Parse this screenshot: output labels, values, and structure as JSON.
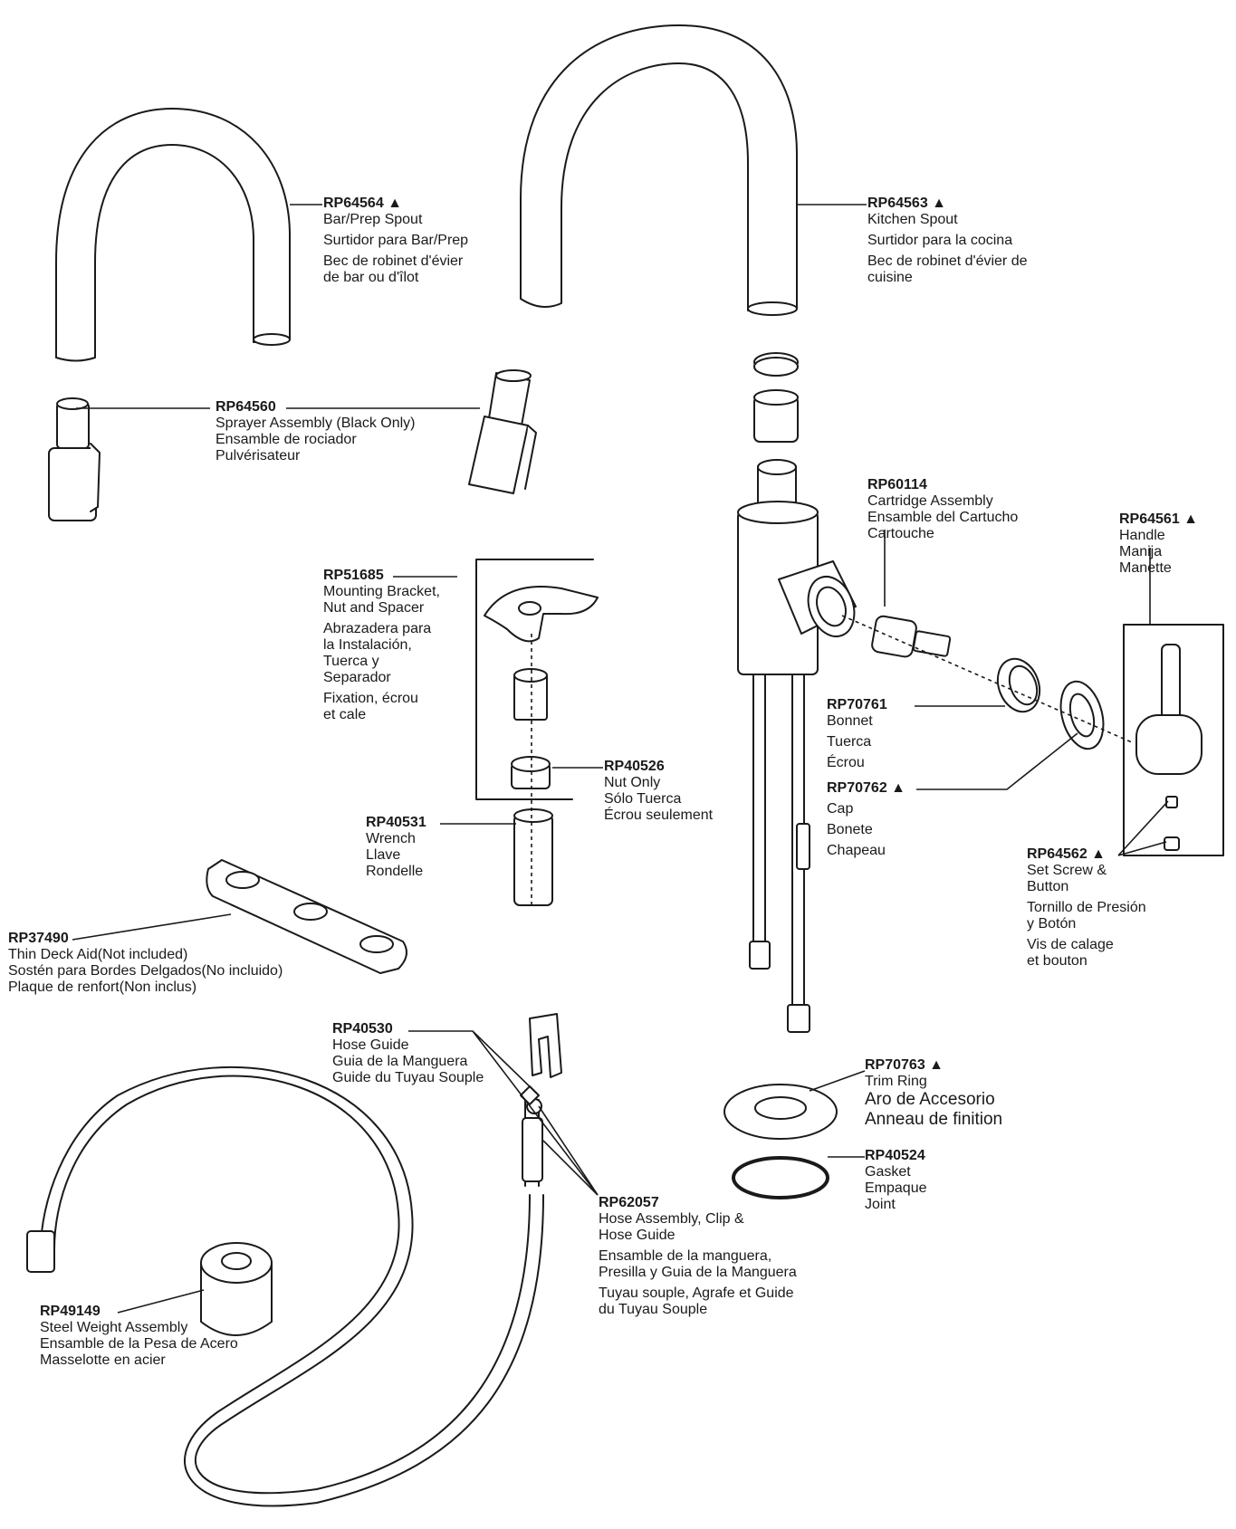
{
  "colors": {
    "ink": "#1a1a1a",
    "paper": "#ffffff"
  },
  "parts": {
    "bar_spout": {
      "number": "RP64564 ▲",
      "lines": [
        "Bar/Prep Spout",
        "Surtidor para Bar/Prep",
        "Bec de robinet d'évier",
        "de bar ou d'îlot"
      ]
    },
    "kitchen_spout": {
      "number": "RP64563 ▲",
      "lines": [
        "Kitchen Spout",
        "Surtidor para la cocina",
        "Bec de robinet d'évier de",
        "cuisine"
      ]
    },
    "sprayer": {
      "number": "RP64560",
      "lines": [
        "Sprayer Assembly (Black Only)",
        "Ensamble de rociador",
        "Pulvérisateur"
      ]
    },
    "cartridge": {
      "number": "RP60114",
      "lines": [
        "Cartridge Assembly",
        "Ensamble del Cartucho",
        "Cartouche"
      ]
    },
    "handle": {
      "number": "RP64561 ▲",
      "lines": [
        "Handle",
        "Manija",
        "Manette"
      ]
    },
    "mounting": {
      "number": "RP51685",
      "lines": [
        "Mounting Bracket,",
        "Nut and Spacer",
        "Abrazadera para",
        "la Instalación,",
        "Tuerca y",
        "Separador",
        "Fixation, écrou",
        "et cale"
      ]
    },
    "bonnet": {
      "number": "RP70761",
      "lines": [
        "Bonnet",
        "Tuerca",
        "Écrou"
      ]
    },
    "nut": {
      "number": "RP40526",
      "lines": [
        "Nut Only",
        "Sólo Tuerca",
        "Écrou seulement"
      ]
    },
    "cap": {
      "number": "RP70762 ▲",
      "lines": [
        "Cap",
        "Bonete",
        "Chapeau"
      ]
    },
    "wrench": {
      "number": "RP40531",
      "lines": [
        "Wrench",
        "Llave",
        "Rondelle"
      ]
    },
    "set_screw": {
      "number": "RP64562 ▲",
      "lines": [
        "Set Screw &",
        "Button",
        "Tornillo de Presión",
        "y Botón",
        "Vis de calage",
        "et bouton"
      ]
    },
    "deck_aid": {
      "number": "RP37490",
      "lines": [
        "Thin Deck Aid(Not included)",
        "Sostén para Bordes Delgados(No incluido)",
        "Plaque de renfort(Non inclus)"
      ]
    },
    "hose_guide": {
      "number": "RP40530",
      "lines": [
        "Hose Guide",
        "Guia de la Manguera",
        "Guide du Tuyau Souple"
      ]
    },
    "trim_ring": {
      "number": "RP70763 ▲",
      "lines": [
        "Trim Ring",
        "Aro de Accesorio",
        "Anneau de finition"
      ]
    },
    "gasket": {
      "number": "RP40524",
      "lines": [
        "Gasket",
        "Empaque",
        "Joint"
      ]
    },
    "hose_assembly": {
      "number": "RP62057",
      "lines": [
        "Hose Assembly, Clip &",
        "Hose Guide",
        "Ensamble de la manguera,",
        "Presilla y Guia de la Manguera",
        "Tuyau souple, Agrafe et Guide",
        "du Tuyau Souple"
      ]
    },
    "steel_weight": {
      "number": "RP49149",
      "lines": [
        "Steel Weight Assembly",
        "Ensamble de la Pesa de Acero",
        "Masselotte en acier"
      ]
    }
  }
}
